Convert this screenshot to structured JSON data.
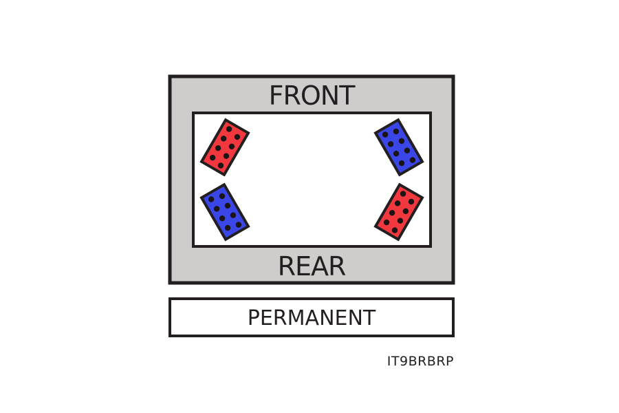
{
  "labels": {
    "front": "FRONT",
    "rear": "REAR",
    "permanent": "PERMANENT",
    "code": "IT9BRBRP"
  },
  "colors": {
    "outline": "#231f20",
    "frame_fill": "#cfcccc",
    "inner_fill": "#ffffff",
    "red": "#f2383f",
    "blue": "#3a46e6",
    "dot": "#1a1416"
  },
  "pads": [
    {
      "position": "front-left",
      "color": "red"
    },
    {
      "position": "front-right",
      "color": "blue"
    },
    {
      "position": "rear-left",
      "color": "blue"
    },
    {
      "position": "rear-right",
      "color": "red"
    }
  ]
}
